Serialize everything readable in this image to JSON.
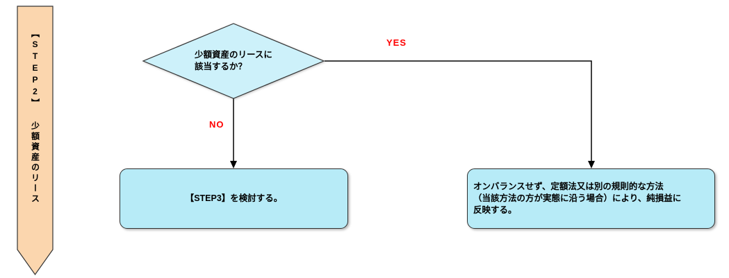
{
  "banner": {
    "step": "【STEP2】",
    "title": "少額資産のリース"
  },
  "decision": {
    "text": "少額資産のリースに\n該当するか？"
  },
  "labels": {
    "yes": "YES",
    "no": "NO"
  },
  "no_branch": {
    "box_text": "【STEP3】を検討する。"
  },
  "yes_branch": {
    "box_text": "オンバランスせず、定額法又は別の規則的な方法\n（当該方法の方が実態に沿う場合）により、純損益に\n反映する。"
  },
  "colors": {
    "banner_fill": "#FBD6AE",
    "decision_fill": "#CDF1FA",
    "box_fill": "#B7EBF7",
    "branch_label": "#FF0000",
    "line": "#000000"
  }
}
